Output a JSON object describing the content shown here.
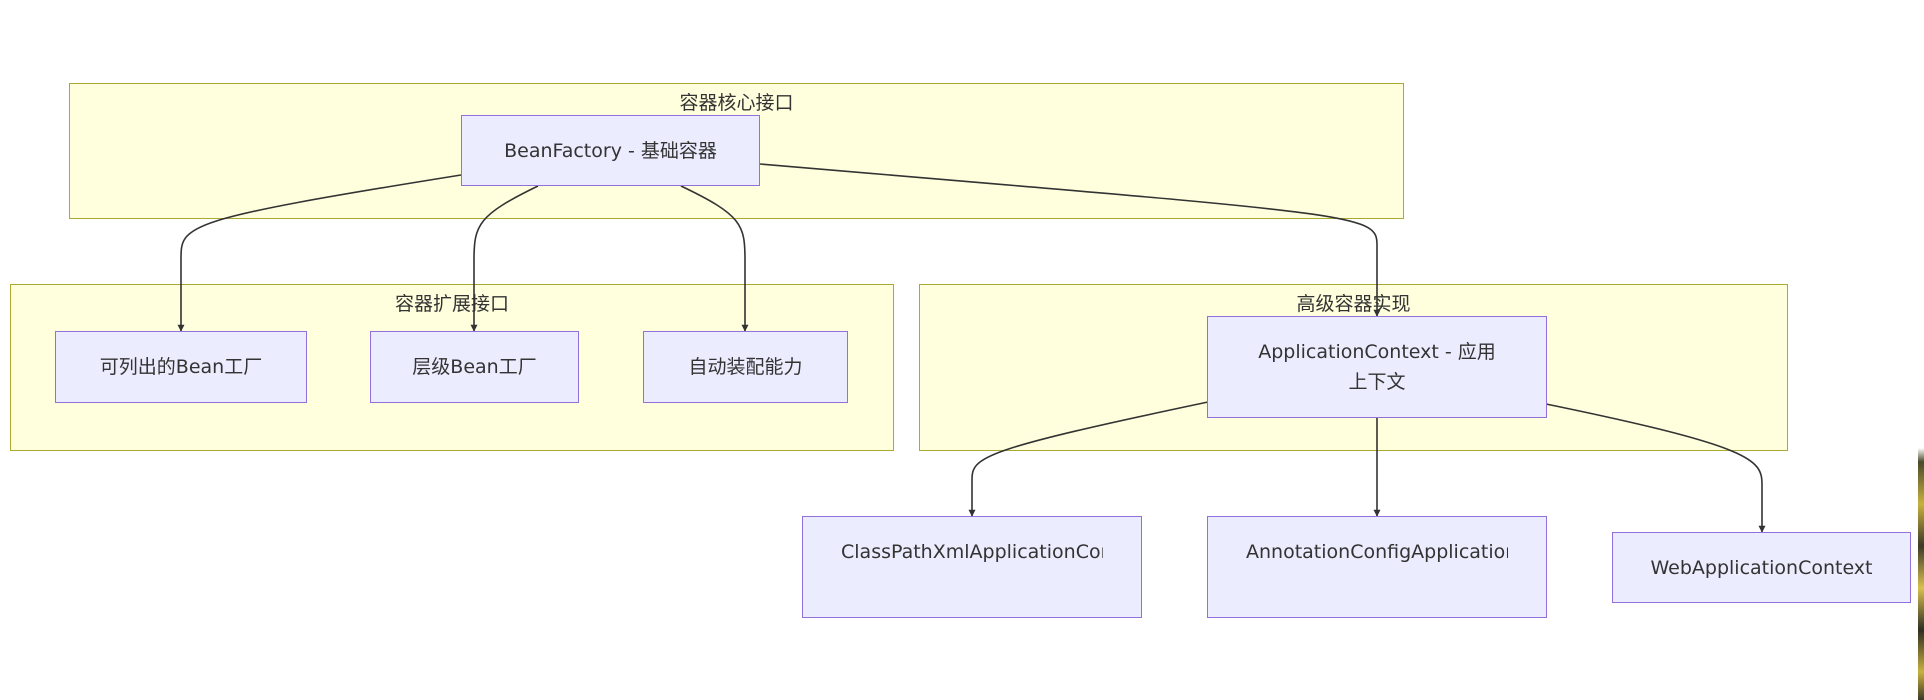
{
  "clusters": {
    "core": {
      "label": "容器核心接口"
    },
    "extend": {
      "label": "容器扩展接口"
    },
    "advanced": {
      "label": "高级容器实现"
    }
  },
  "nodes": {
    "bean_factory": "BeanFactory - 基础容器",
    "listable": "可列出的Bean工厂",
    "hierarchical": "层级Bean工厂",
    "autowire": "自动装配能力",
    "app_context_line1": "ApplicationContext - 应用",
    "app_context_line2": "上下文",
    "classpath_xml": "ClassPathXmlApplicationContext",
    "annotation_config": "AnnotationConfigApplicationContext",
    "web_app_context": "WebApplicationContext"
  },
  "colors": {
    "cluster_fill": "#ffffde",
    "cluster_border": "#aaaa33",
    "node_fill": "#ececff",
    "node_border": "#9370db",
    "edge": "#333333"
  }
}
